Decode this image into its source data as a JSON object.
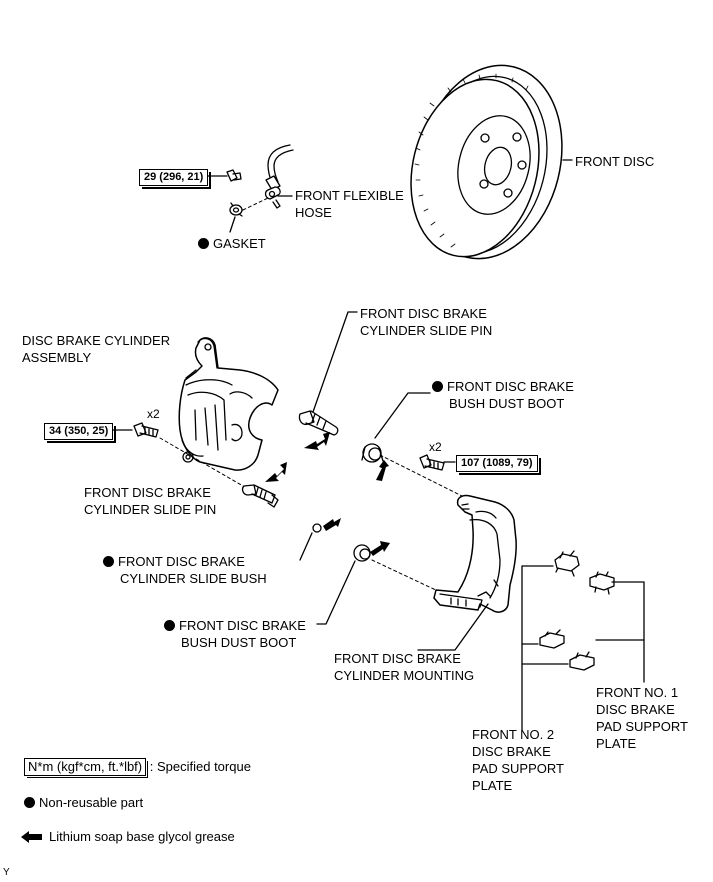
{
  "labels": {
    "front_disc": "FRONT DISC",
    "flexible_hose": [
      "FRONT FLEXIBLE",
      "HOSE"
    ],
    "gasket": "GASKET",
    "caliper_assembly": [
      "DISC BRAKE CYLINDER",
      "ASSEMBLY"
    ],
    "slide_pin_top": [
      "FRONT DISC BRAKE",
      "CYLINDER SLIDE PIN"
    ],
    "dust_boot_top": [
      "FRONT DISC BRAKE",
      "BUSH DUST BOOT"
    ],
    "slide_pin_left": [
      "FRONT DISC BRAKE",
      "CYLINDER SLIDE PIN"
    ],
    "slide_bush": [
      "FRONT DISC BRAKE",
      "CYLINDER SLIDE BUSH"
    ],
    "dust_boot_bottom": [
      "FRONT DISC BRAKE",
      "BUSH DUST BOOT"
    ],
    "mounting": [
      "FRONT DISC BRAKE",
      "CYLINDER MOUNTING"
    ],
    "pad_plate_1": [
      "FRONT NO. 1",
      "DISC BRAKE",
      "PAD SUPPORT",
      "PLATE"
    ],
    "pad_plate_2": [
      "FRONT NO. 2",
      "DISC BRAKE",
      "PAD SUPPORT",
      "PLATE"
    ]
  },
  "torques": {
    "hose_bolt": "29 (296, 21)",
    "caliper_bolt": "34 (350, 25)",
    "mounting_bolt": "107 (1089, 79)"
  },
  "multipliers": {
    "caliper_bolt": "x2",
    "mounting_bolt": "x2"
  },
  "legend": {
    "torque_box": "N*m (kgf*cm, ft.*lbf)",
    "torque_text": ": Specified torque",
    "non_reusable": "Non-reusable part",
    "grease": "Lithium soap base glycol grease"
  },
  "corner_mark": "Y",
  "icons": {
    "non_reusable": "filled-circle",
    "grease": "left-arrow"
  }
}
